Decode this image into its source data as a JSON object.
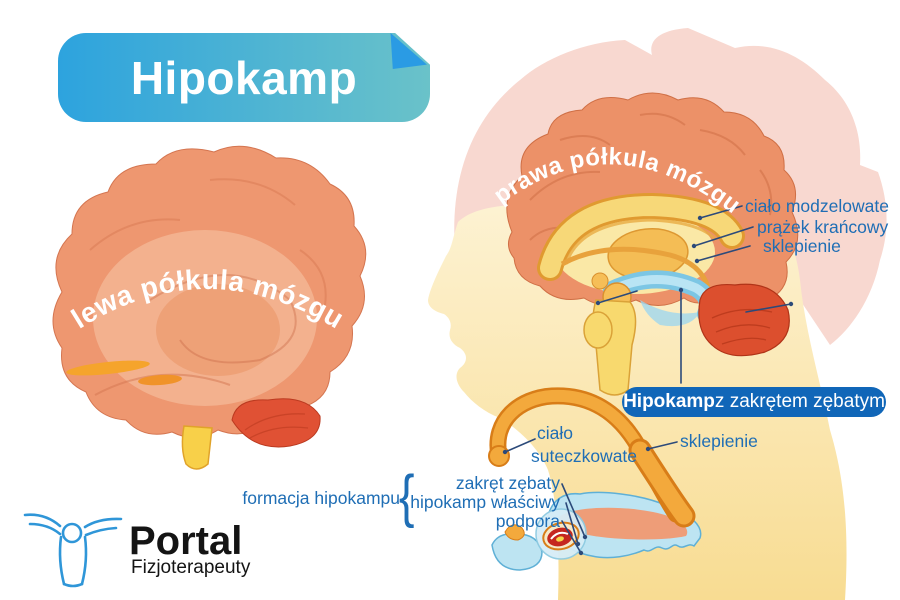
{
  "title_banner": {
    "label": "Hipokamp"
  },
  "brains": {
    "left_label": "lewa półkula mózgu",
    "right_label": "prawa półkula mózgu"
  },
  "annotations": {
    "cialo_modzelowate": "ciało modzelowate",
    "prazek_krancowy": "prążek krańcowy",
    "sklepienie_top": "sklepienie",
    "banner_bold": "Hipokamp",
    "banner_rest": " z zakrętem zębatym",
    "cialo_suteczkowate_line1": "ciało",
    "cialo_suteczkowate_line2": "suteczkowate",
    "sklepienie_bottom": "sklepienie",
    "formacja": "formacja hipokampu",
    "brace": "{",
    "zakret_zebaty": "zakręt zębaty",
    "hipokamp_wlasciwy": "hipokamp właściwy",
    "podpora": "podpora"
  },
  "logo": {
    "name": "Portal",
    "subtitle": "Fizjoterapeuty"
  },
  "colors": {
    "label_blue": "#1f6eb5",
    "leader_line": "#2c4a7a",
    "pill_blue": "#1066b8",
    "title_gradient_start": "#2da3de",
    "title_gradient_end": "#6ac2c9",
    "logo_blue": "#2f96d8",
    "brain_salmon": "#ee9770",
    "cerebellum_red": "#dc4f2e",
    "fornix_orange": "#f3a93c",
    "hippocampus_blue": "#9fd7ee"
  }
}
